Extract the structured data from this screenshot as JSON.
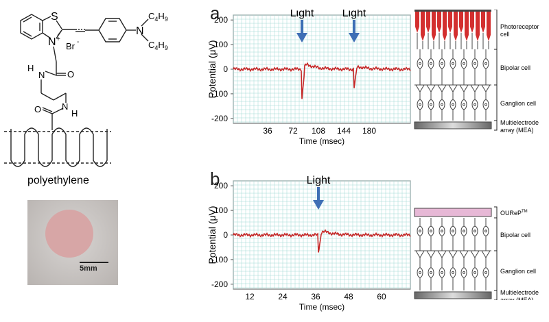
{
  "molecule": {
    "atoms": {
      "sulfur": "S",
      "nitrogen_plus": "N",
      "plus": "+",
      "bromide": "Br",
      "bromide_charge": "-",
      "amine_n": "N",
      "c4h9_top": "C",
      "c4h9_top_sub": "4",
      "c4h9_top_h": "H",
      "c4h9_top_h_sub": "9",
      "c4h9_bot": "C",
      "c4h9_bot_sub": "4",
      "c4h9_bot_h": "H",
      "c4h9_bot_h_sub": "9",
      "nh1_h": "H",
      "nh1_n": "N",
      "o1": "O",
      "nh2_n": "N",
      "nh2_h": "H",
      "o2": "O"
    },
    "polymer_label": "polyethylene"
  },
  "photo": {
    "scale_label": "5mm"
  },
  "panels": [
    {
      "letter": "a",
      "ylabel": "Potential (μV)",
      "xlabel": "Time (msec)",
      "yticks": [
        "200",
        "100",
        "0",
        "-100",
        "-200"
      ],
      "xticks": [
        "36",
        "72",
        "108",
        "144",
        "180"
      ],
      "light_labels": [
        "Light",
        "Light"
      ],
      "retina": {
        "labels": [
          {
            "text": "Photoreceptor",
            "text2": "cell"
          },
          {
            "text": "Bipolar cell",
            "text2": ""
          },
          {
            "text": "Ganglion cell",
            "text2": ""
          },
          {
            "text": "Multielectrode",
            "text2": "array (MEA)"
          }
        ]
      }
    },
    {
      "letter": "b",
      "ylabel": "Potential (μV)",
      "xlabel": "Time (msec)",
      "yticks": [
        "200",
        "100",
        "0",
        "-100",
        "-200"
      ],
      "xticks": [
        "12",
        "24",
        "36",
        "48",
        "60"
      ],
      "light_labels": [
        "Light"
      ],
      "retina": {
        "labels": [
          {
            "text": "OUReP",
            "text2": "TM"
          },
          {
            "text": "Bipolar cell",
            "text2": ""
          },
          {
            "text": "Ganglion cell",
            "text2": ""
          },
          {
            "text": "Multielectrode",
            "text2": "array (MEA)"
          }
        ]
      }
    }
  ],
  "colors": {
    "trace": "#c62828",
    "grid": "#9fd8d3",
    "arrow": "#3f6fb5",
    "photoreceptor": "#d32f2f",
    "ourep": "#e7b8d6"
  }
}
